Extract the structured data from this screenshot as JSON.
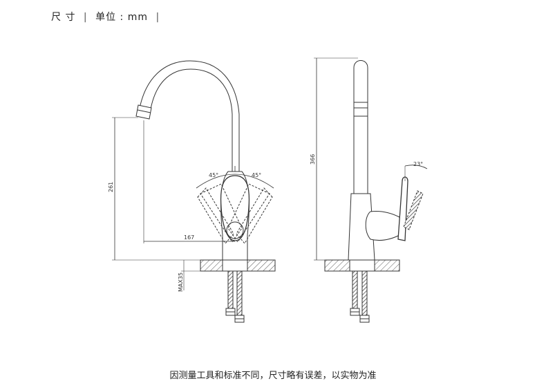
{
  "header": {
    "title": "尺 寸",
    "separator_left": "|",
    "unit_text": "单位 : mm",
    "separator_right": "|"
  },
  "dimensions": {
    "spout_height": "261",
    "spout_reach": "167",
    "handle_angle_left": "45°",
    "handle_angle_right": "45°",
    "total_height": "366",
    "handle_tilt": "23°",
    "max_deck_thickness": "MAX35"
  },
  "footer": {
    "disclaimer": "因测量工具和标准不同，尺寸略有误差，以实物为准"
  },
  "colors": {
    "line": "#333333",
    "hatch": "#555555"
  }
}
